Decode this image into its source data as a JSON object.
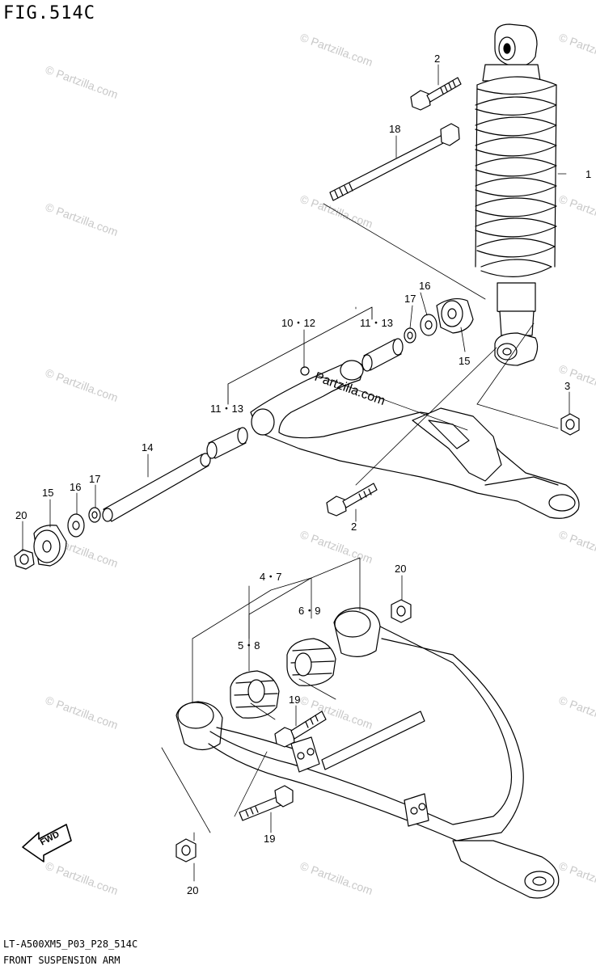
{
  "figure_title": "FIG.514C",
  "footer": {
    "model_code": "LT-A500XM5_P03_P28_514C",
    "diagram_name": "FRONT SUSPENSION ARM"
  },
  "watermark": "© Partzilla.com",
  "center_watermark": "Partzilla.com",
  "fwd_label": "FWD",
  "callouts": {
    "c1": "1",
    "c2_top": "2",
    "c2_mid": "2",
    "c3": "3",
    "c4_7": "4・7",
    "c5_8": "5・8",
    "c6_9": "6・9",
    "c10_12": "10・12",
    "c11_13_left": "11・13",
    "c11_13_right": "11・13",
    "c14": "14",
    "c15_left": "15",
    "c15_right": "15",
    "c16_left": "16",
    "c16_right": "16",
    "c17_left": "17",
    "c17_right": "17",
    "c18": "18",
    "c19_mid": "19",
    "c19_low": "19",
    "c20_left": "20",
    "c20_right": "20",
    "c20_bottom": "20"
  }
}
